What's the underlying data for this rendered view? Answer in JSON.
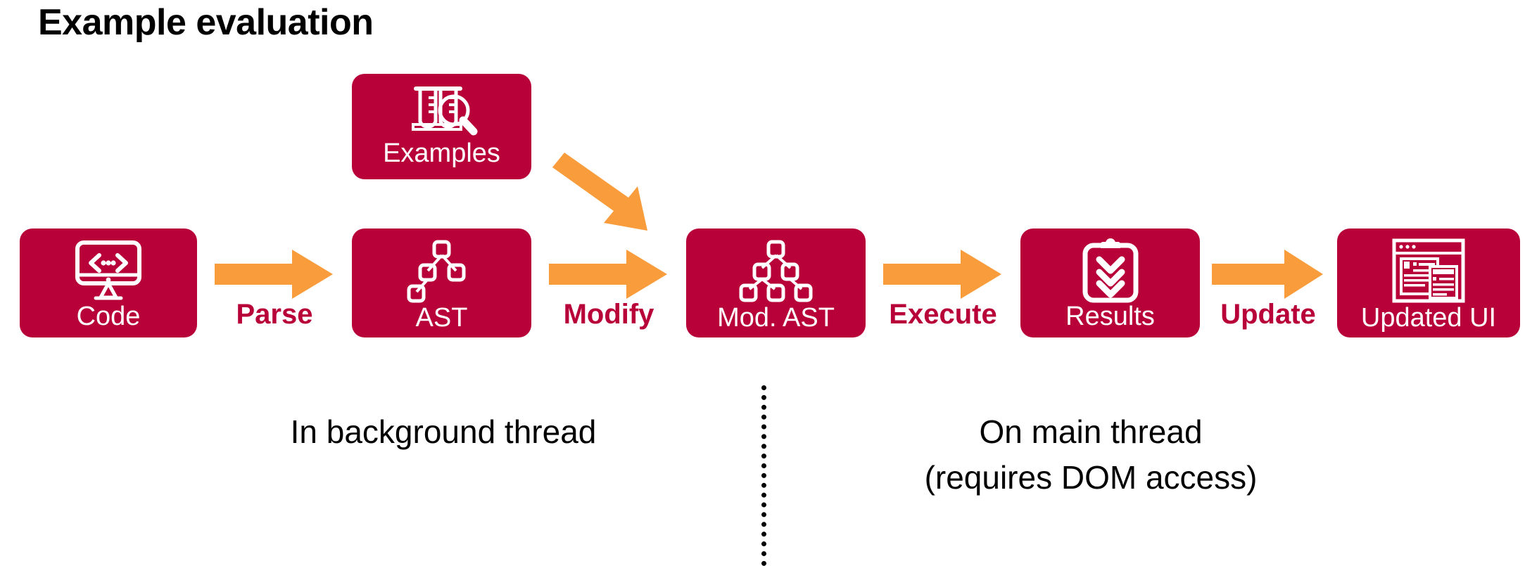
{
  "title": "Example evaluation",
  "colors": {
    "node_fill": "#b80039",
    "arrow_fill": "#f89c3c",
    "label_text": "#b80039",
    "annotation_text": "#000000",
    "background": "#ffffff"
  },
  "nodes": [
    {
      "id": "code",
      "label": "Code",
      "icon": "monitor-code-icon"
    },
    {
      "id": "examples",
      "label": "Examples",
      "icon": "test-tubes-magnifier-icon"
    },
    {
      "id": "ast",
      "label": "AST",
      "icon": "tree-small-icon"
    },
    {
      "id": "modast",
      "label": "Mod. AST",
      "icon": "tree-large-icon"
    },
    {
      "id": "results",
      "label": "Results",
      "icon": "clipboard-checks-icon"
    },
    {
      "id": "updatedui",
      "label": "Updated UI",
      "icon": "browser-window-icon"
    }
  ],
  "arrows": [
    {
      "id": "parse",
      "label": "Parse",
      "from": "code",
      "to": "ast",
      "direction": "right"
    },
    {
      "id": "inject",
      "label": "",
      "from": "examples",
      "to": "modast",
      "direction": "down-right"
    },
    {
      "id": "modify",
      "label": "Modify",
      "from": "ast",
      "to": "modast",
      "direction": "right"
    },
    {
      "id": "execute",
      "label": "Execute",
      "from": "modast",
      "to": "results",
      "direction": "right"
    },
    {
      "id": "update",
      "label": "Update",
      "from": "results",
      "to": "updatedui",
      "direction": "right"
    }
  ],
  "annotations": {
    "background": "In background thread",
    "main_line1": "On main thread",
    "main_line2": "(requires DOM access)"
  },
  "divider": {
    "style": "dotted-vertical",
    "separates": "background thread | main thread"
  }
}
